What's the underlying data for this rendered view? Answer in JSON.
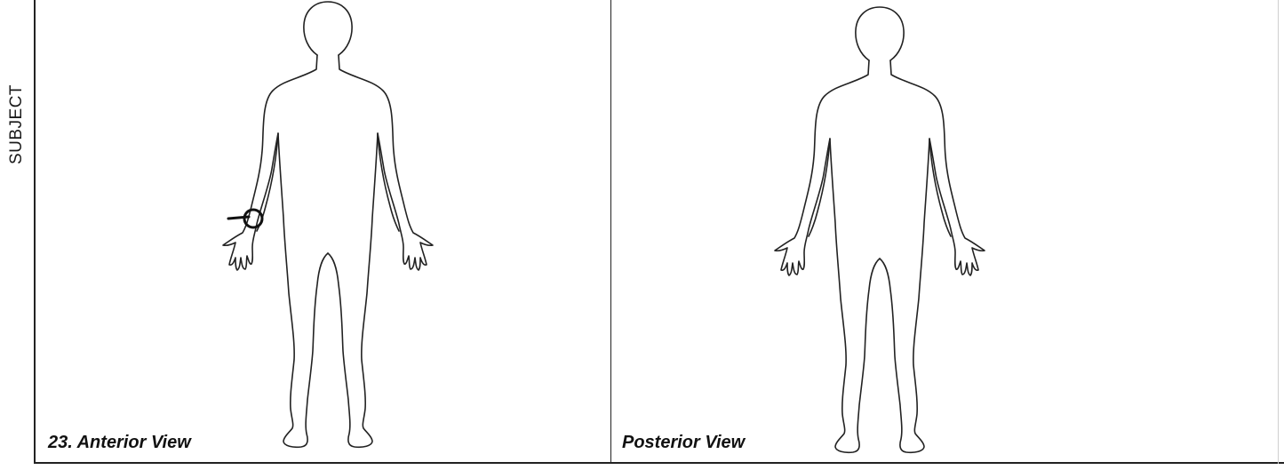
{
  "side_label": "SUBJECT",
  "anterior": {
    "caption": "23. Anterior View"
  },
  "posterior": {
    "caption": "Posterior View"
  }
}
